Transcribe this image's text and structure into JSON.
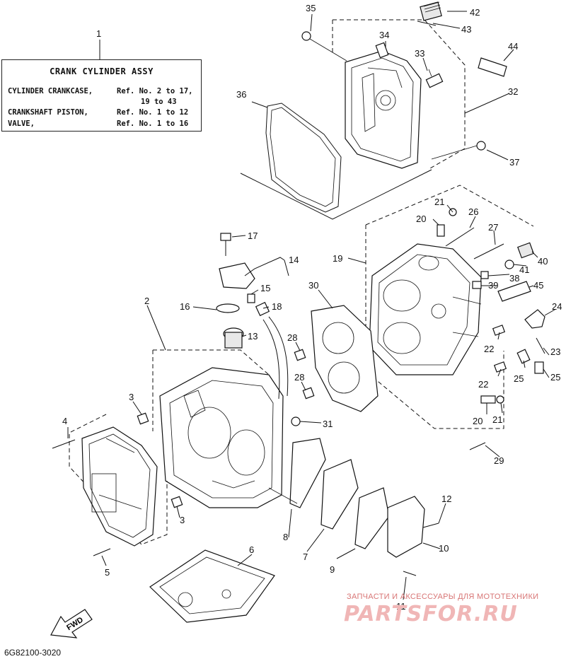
{
  "reference_box": {
    "callout": "1",
    "title": "CRANK CYLINDER ASSY",
    "rows": [
      {
        "name": "CYLINDER CRANKCASE,",
        "ref": "Ref. No. 2 to 17,"
      },
      {
        "name": "",
        "ref": "19 to 43"
      },
      {
        "name": "CRANKSHAFT PISTON,",
        "ref": "Ref. No. 1 to 12"
      },
      {
        "name": "VALVE,",
        "ref": "Ref. No. 1 to 16"
      }
    ]
  },
  "callouts": [
    "2",
    "3",
    "3",
    "4",
    "5",
    "6",
    "7",
    "8",
    "9",
    "10",
    "11",
    "12",
    "13",
    "14",
    "15",
    "16",
    "17",
    "18",
    "19",
    "20",
    "20",
    "21",
    "21",
    "22",
    "22",
    "23",
    "24",
    "25",
    "25",
    "26",
    "27",
    "28",
    "28",
    "29",
    "30",
    "31",
    "32",
    "33",
    "34",
    "35",
    "36",
    "37",
    "38",
    "39",
    "40",
    "41",
    "42",
    "43",
    "44",
    "45"
  ],
  "fwd_arrow": {
    "label": "FWD"
  },
  "diagram_code": "6G82100-3020",
  "watermark": {
    "caption": "ЗАПЧАСТИ И АКСЕССУАРЫ ДЛЯ МОТОТЕХНИКИ",
    "logo": "PARTSFOR.RU"
  }
}
